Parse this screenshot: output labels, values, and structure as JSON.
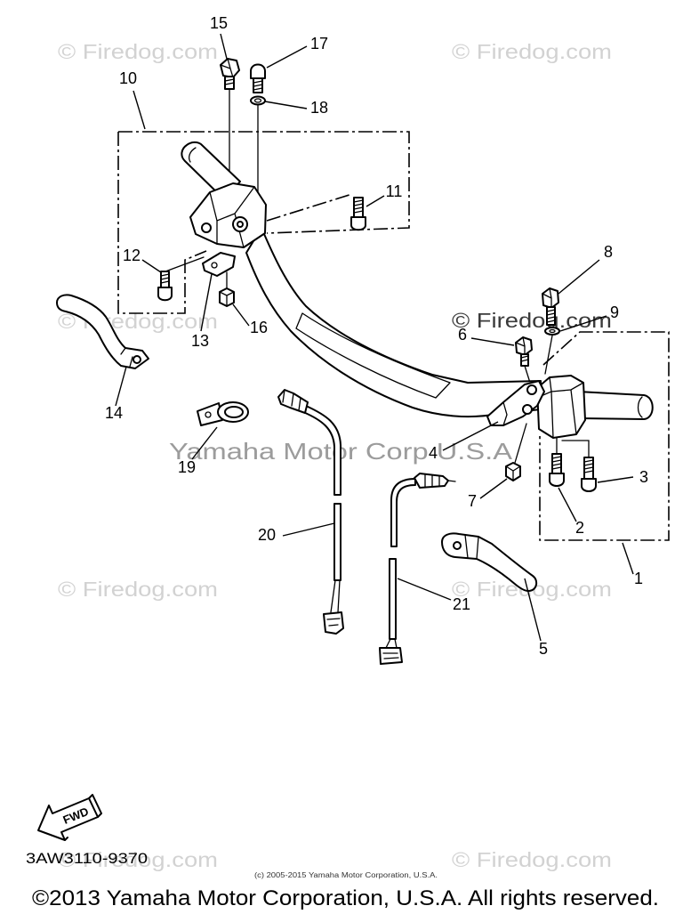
{
  "diagram": {
    "part_labels": {
      "p1": "1",
      "p2": "2",
      "p3": "3",
      "p4": "4",
      "p5": "5",
      "p6": "6",
      "p7": "7",
      "p8": "8",
      "p9": "9",
      "p10": "10",
      "p11": "11",
      "p12": "12",
      "p13": "13",
      "p14": "14",
      "p15": "15",
      "p16": "16",
      "p17": "17",
      "p18": "18",
      "p19": "19",
      "p20": "20",
      "p21": "21"
    },
    "direction_arrow_label": "FWD",
    "drawing_code": "3AW3110-9370"
  },
  "watermarks": {
    "site": "© Firedog.com",
    "manufacturer": "Yamaha Motor Corp U.S.A"
  },
  "copyright": {
    "diagram_notice": "(c) 2005-2015 Yamaha Motor Corporation, U.S.A.",
    "footer": "©2013 Yamaha Motor Corporation, U.S.A. All rights reserved."
  }
}
